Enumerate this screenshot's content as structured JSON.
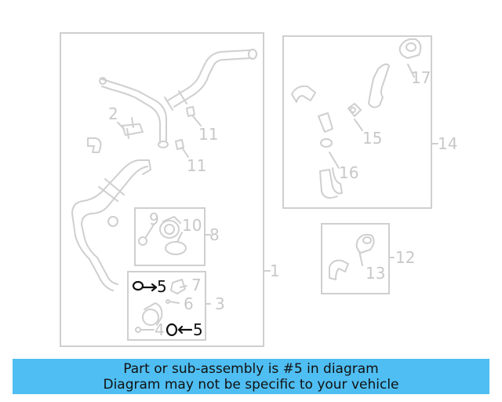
{
  "callouts": {
    "c1": "1",
    "c2": "2",
    "c3": "3",
    "c4": "4",
    "c5a": "5",
    "c5b": "5",
    "c6": "6",
    "c7": "7",
    "c8": "8",
    "c9": "9",
    "c10": "10",
    "c11a": "11",
    "c11b": "11",
    "c12": "12",
    "c13": "13",
    "c14": "14",
    "c15": "15",
    "c16": "16",
    "c17": "17"
  },
  "highlight": {
    "part": "5",
    "color": "#111111"
  },
  "caption": {
    "line1": "Part or sub-assembly is #5 in diagram",
    "line2": "Diagram may not be specific to your vehicle",
    "background": "#4fbef2"
  }
}
